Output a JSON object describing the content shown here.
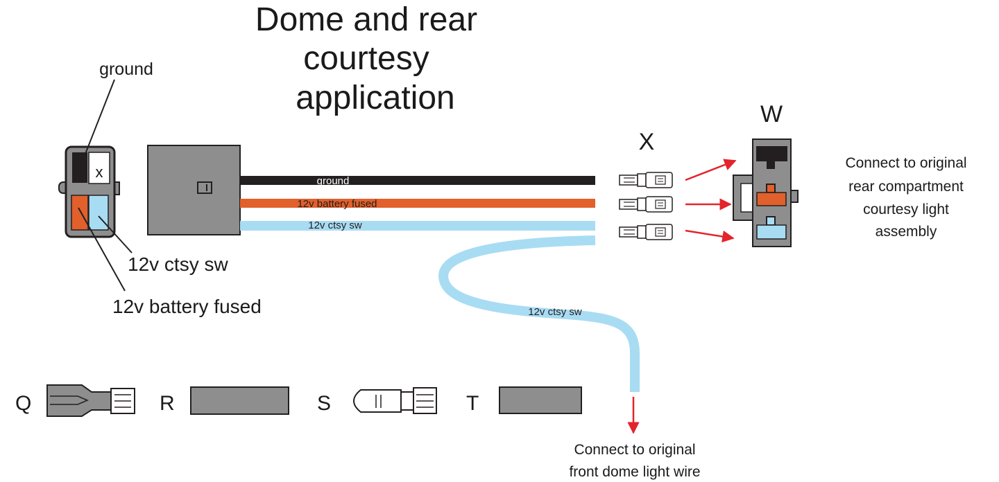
{
  "title": {
    "line1": "Dome and rear",
    "line2": "courtesy",
    "line3": "application"
  },
  "left_connector": {
    "x_mark": "x",
    "label_ground": "ground",
    "label_ctsy": "12v ctsy sw",
    "label_battery": "12v battery fused"
  },
  "wires": {
    "ground": "ground",
    "battery": "12v battery fused",
    "ctsy": "12v ctsy sw",
    "dome_branch": "12v ctsy sw",
    "colors": {
      "ground": "#231f20",
      "battery": "#e1602b",
      "ctsy": "#a8dcf3"
    }
  },
  "terminal_group": {
    "label": "X"
  },
  "rear_assembly": {
    "label": "W",
    "note_line1": "Connect to original",
    "note_line2": "rear compartment",
    "note_line3": "courtesy light",
    "note_line4": "assembly"
  },
  "front_dome": {
    "note_line1": "Connect to original",
    "note_line2": "front dome light wire"
  },
  "parts_legend": [
    {
      "letter": "Q",
      "icon": "spade-terminal-icon"
    },
    {
      "letter": "R",
      "icon": "gray-rectangle-icon"
    },
    {
      "letter": "S",
      "icon": "bullet-terminal-icon"
    },
    {
      "letter": "T",
      "icon": "gray-rectangle-icon"
    }
  ],
  "accent_red": "#e3242b",
  "part_gray": "#8e8e8e"
}
